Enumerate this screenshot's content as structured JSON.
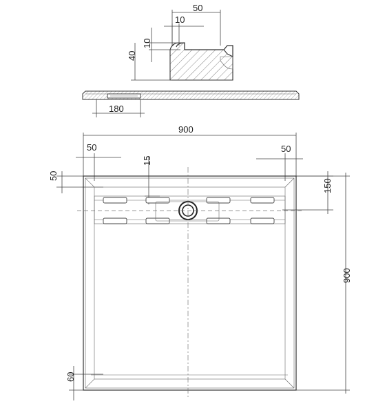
{
  "profile_dims": {
    "width": "50",
    "inner": "10",
    "step": "10",
    "height": "40"
  },
  "side_dims": {
    "channel": "180"
  },
  "plan_dims": {
    "overall_width": "900",
    "overall_height": "900",
    "left_margin": "50",
    "right_margin": "50",
    "top_margin": "50",
    "channel_depth": "150",
    "rim": "15",
    "bottom_margin": "60"
  },
  "colors": {
    "line": "#444444",
    "hatch": "#666666"
  }
}
